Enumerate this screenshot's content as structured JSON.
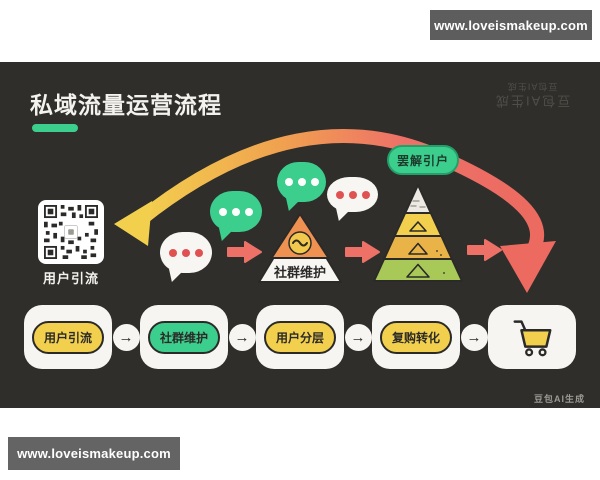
{
  "banners": {
    "top_right": "www.loveismakeup.com",
    "bottom_left": "www.loveismakeup.com"
  },
  "header": {
    "title": "私域流量运营流程"
  },
  "qr_section": {
    "caption": "用户引流"
  },
  "arc": {
    "label": "罢解引户"
  },
  "pyramid_small": {
    "caption": "社群维护"
  },
  "flow": {
    "steps": [
      {
        "label": "用户引流",
        "color": "yellow"
      },
      {
        "label": "社群维护",
        "color": "green"
      },
      {
        "label": "用户分层",
        "color": "yellow"
      },
      {
        "label": "复购转化",
        "color": "yellow"
      }
    ],
    "arrow_glyph": "→",
    "final_icon": "shopping-cart"
  },
  "watermarks": {
    "generator": "豆包AI生成",
    "faint_line1": "豆包AI生成",
    "faint_line2": "豆包AI生成"
  },
  "colors": {
    "panel_bg": "#2f2e2b",
    "banner_gray": "#5d5d5d",
    "text_light": "#f3f2ee",
    "ink": "#2b2a28",
    "accent_green": "#3cce8c",
    "accent_yellow": "#f2d04e",
    "accent_orange": "#f0a14f",
    "accent_red": "#ee7168",
    "arc_red": "#ec6a60",
    "card_white": "#f7f5f1",
    "dot_red": "#e05252",
    "pyramid_orange": "#ef9150",
    "pyramid_amber": "#e9b347",
    "pyramid_green": "#a8c957",
    "badge_yellow": "#f2c94c",
    "watermark_gray": "#9a9a93"
  }
}
